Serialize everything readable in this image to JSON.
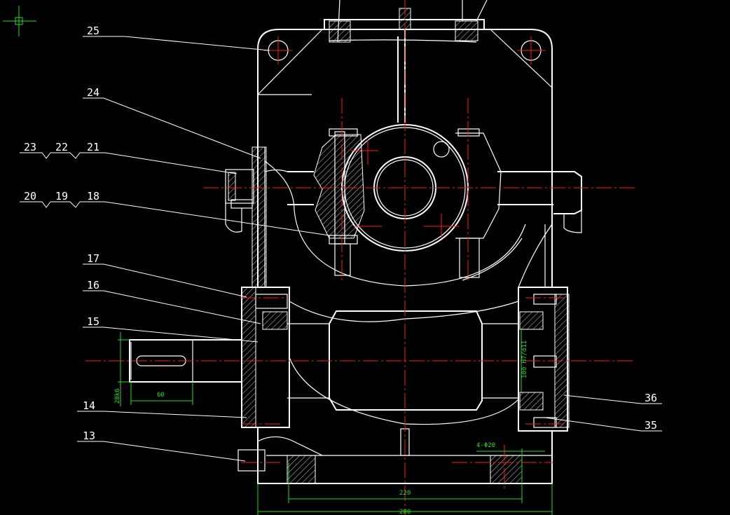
{
  "canvas": {
    "background": "#000000"
  },
  "colors": {
    "outline": "#ffffff",
    "centerline": "#ff1a1a",
    "dimension": "#22dd22",
    "cursor": "#22dd22"
  },
  "icons": {
    "crosshair": "ucs-crosshair-icon"
  },
  "part_labels": {
    "p25": "25",
    "p24": "24",
    "p23": "23",
    "p22": "22",
    "p21": "21",
    "p20": "20",
    "p19": "19",
    "p18": "18",
    "p17": "17",
    "p16": "16",
    "p15": "15",
    "p14": "14",
    "p13": "13",
    "p36": "36",
    "p35": "35"
  },
  "dimensions": {
    "shaft_dia": "28k6",
    "key_len": "60",
    "bearing_fit": "100 H7/d11",
    "bolts": "4-Φ20",
    "bolt_span": "220",
    "base_width": "280"
  }
}
